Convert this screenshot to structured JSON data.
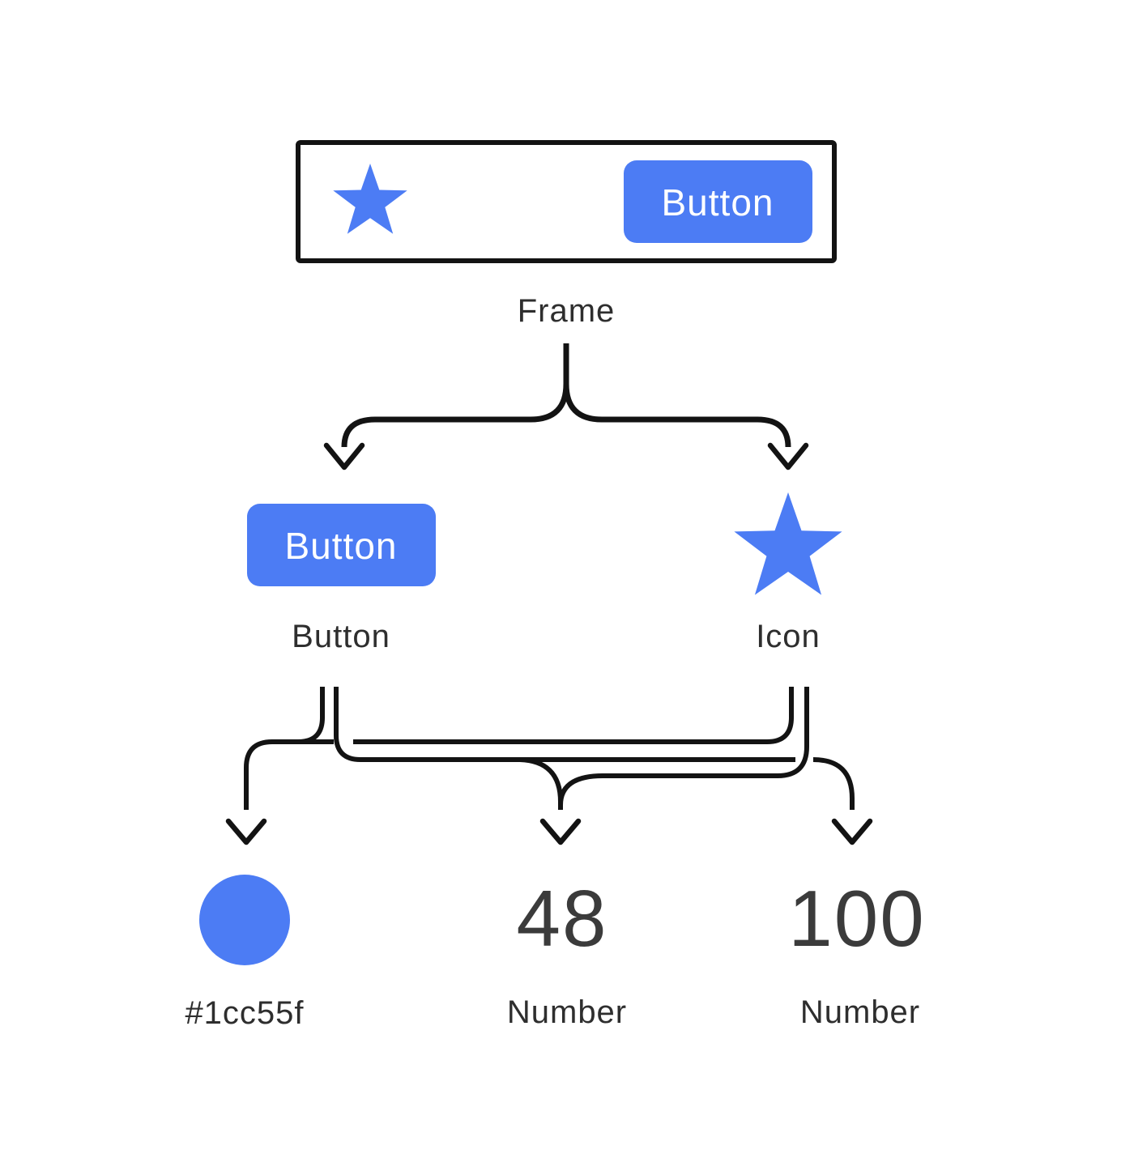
{
  "palette": {
    "accent_blue": "#4c7cf4",
    "line_black": "#131313",
    "caption_gray": "#2e2e2e",
    "number_gray": "#3b3b3b",
    "button_text_white": "#ffffff",
    "background": "#ffffff"
  },
  "frame_node": {
    "caption": "Frame",
    "button_label": "Button"
  },
  "button_node": {
    "button_label": "Button",
    "caption": "Button"
  },
  "icon_node": {
    "caption": "Icon"
  },
  "color_node": {
    "caption": "#1cc55f"
  },
  "number48_node": {
    "value": "48",
    "caption": "Number"
  },
  "number100_node": {
    "value": "100",
    "caption": "Number"
  },
  "edges": [
    {
      "from": "Frame",
      "to": "Button"
    },
    {
      "from": "Frame",
      "to": "Icon"
    },
    {
      "from": "Button",
      "to": "#1cc55f"
    },
    {
      "from": "Icon",
      "to": "#1cc55f"
    },
    {
      "from": "Button",
      "to": "48"
    },
    {
      "from": "Icon",
      "to": "48"
    },
    {
      "from": "Button",
      "to": "100"
    }
  ]
}
